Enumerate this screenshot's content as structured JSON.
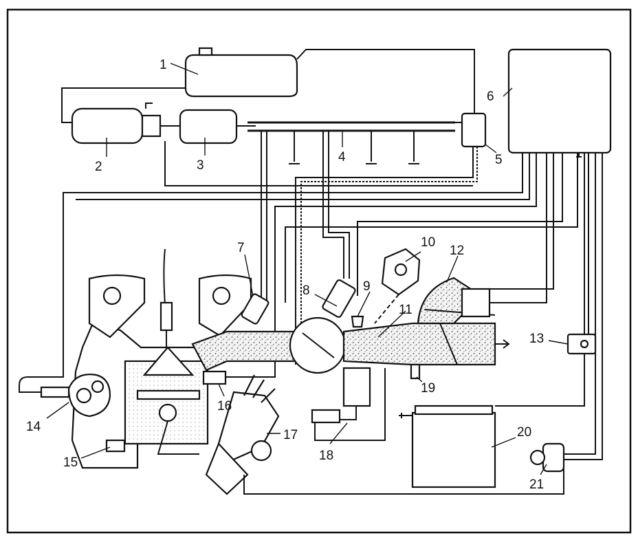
{
  "labels": {
    "n1": "1",
    "n2": "2",
    "n3": "3",
    "n4": "4",
    "n5": "5",
    "n6": "6",
    "n7": "7",
    "n8": "8",
    "n9": "9",
    "n10": "10",
    "n11": "11",
    "n12": "12",
    "n13": "13",
    "n14": "14",
    "n15": "15",
    "n16": "16",
    "n17": "17",
    "n18": "18",
    "n19": "19",
    "n20": "20",
    "n21": "21"
  },
  "colors": {
    "ink": "#111111",
    "paper": "#ffffff"
  }
}
